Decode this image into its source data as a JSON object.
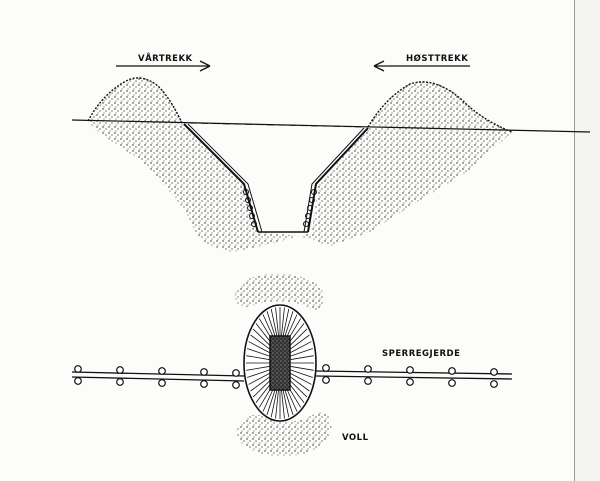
{
  "labels": {
    "spring": "VÅRTREKK",
    "autumn": "HØSTTREKK",
    "fence": "SPERREGJERDE",
    "embankment": "VOLL"
  }
}
